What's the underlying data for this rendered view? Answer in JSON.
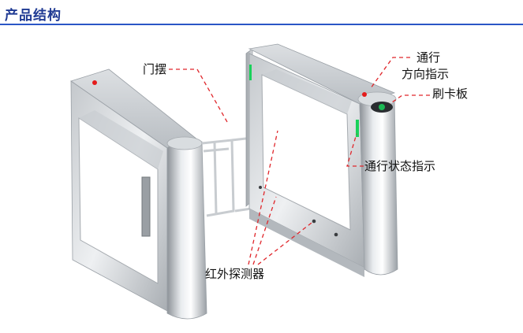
{
  "header": {
    "title": "产品结构"
  },
  "labels": {
    "gate_arm": "门摆",
    "pass_direction_line1": "通行",
    "pass_direction_line2": "方向指示",
    "card_reader": "刷卡板",
    "pass_status": "通行状态指示",
    "ir_detector": "红外探测器"
  },
  "colors": {
    "title": "#1f3a93",
    "rule": "#2a56c6",
    "leader": "#e0262b",
    "indicator_green": "#19d15a",
    "indicator_red": "#e41b1b"
  }
}
